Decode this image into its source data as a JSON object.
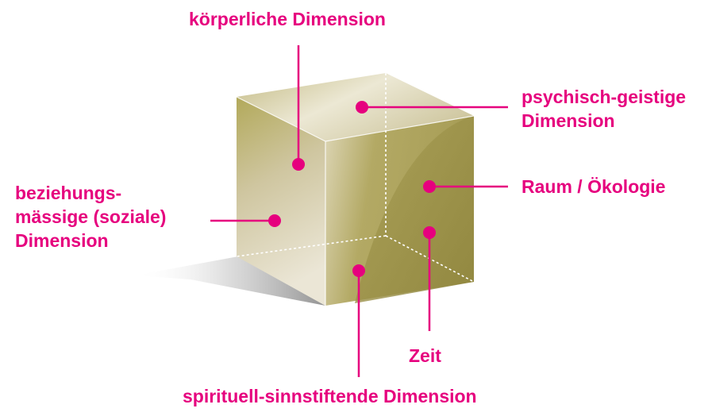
{
  "colors": {
    "accent": "#e6007e",
    "cube_light": "#ece8d6",
    "cube_mid": "#d0c79b",
    "cube_dark": "#9b9047"
  },
  "labels": {
    "physical": "körperliche Dimension",
    "psychic_line1": "psychisch-geistige",
    "psychic_line2": "Dimension",
    "social_line1": "beziehungs-",
    "social_line2": "mässige (soziale)",
    "social_line3": "Dimension",
    "space": "Raum / Ökologie",
    "time": "Zeit",
    "spiritual": "spirituell-sinnstiftende Dimension"
  }
}
